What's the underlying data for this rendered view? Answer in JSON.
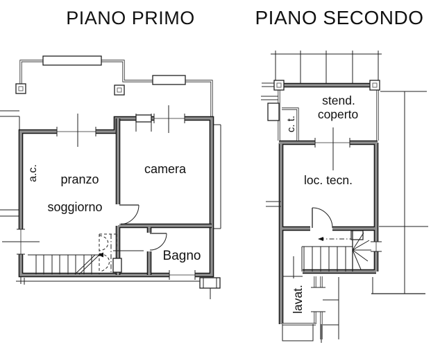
{
  "titles": {
    "first": "PIANO PRIMO",
    "second": "PIANO SECONDO"
  },
  "first_floor": {
    "ac": "a.c.",
    "pranzo": "pranzo",
    "soggiorno": "soggiorno",
    "camera": "camera",
    "bagno": "Bagno"
  },
  "second_floor": {
    "ct": "c. t.",
    "stend_line1": "stend.",
    "stend_line2": "coperto",
    "loc_tecn": "loc. tecn.",
    "lavat": "lavat."
  },
  "colors": {
    "background": "#ffffff",
    "line_black": "#1f1f1f",
    "wall_gray": "#8f8f8f",
    "text": "#111111"
  }
}
